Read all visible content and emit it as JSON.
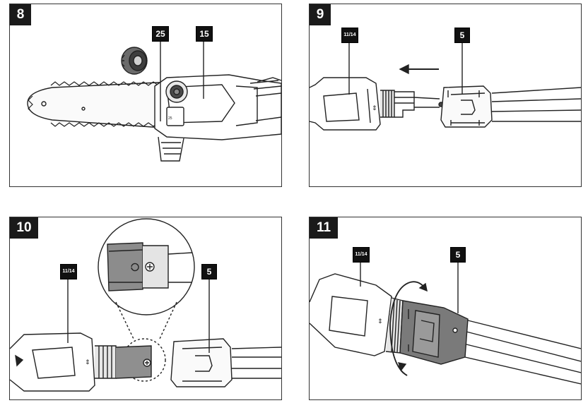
{
  "panels": [
    {
      "number": "8",
      "callouts": [
        "25",
        "15"
      ]
    },
    {
      "number": "9",
      "callouts": [
        "11/14",
        "5"
      ]
    },
    {
      "number": "10",
      "callouts": [
        "11/14",
        "5"
      ]
    },
    {
      "number": "11",
      "callouts": [
        "11/14",
        "5"
      ]
    }
  ],
  "colors": {
    "ink": "#222222",
    "label_bg": "#111111",
    "fill_light": "#f4f4f4",
    "fill_dark": "#6d6d6d",
    "fill_mid": "#9a9a9a"
  }
}
